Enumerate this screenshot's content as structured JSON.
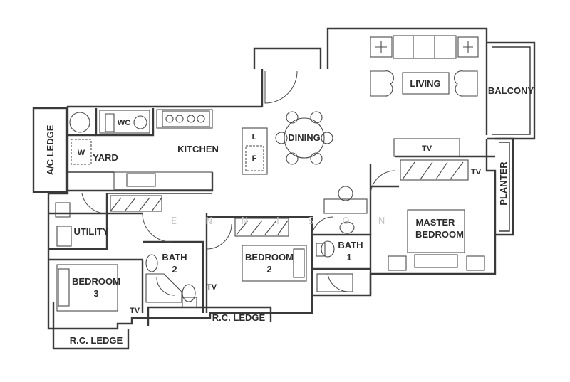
{
  "rooms": {
    "living": "LIVING",
    "balcony": "BALCONY",
    "dining": "DINING",
    "kitchen": "KITCHEN",
    "yard": "YARD",
    "ac_ledge": "A/C LEDGE",
    "wc": "WC",
    "utility": "UTILITY",
    "bedroom3_a": "BEDROOM",
    "bedroom3_b": "3",
    "bath2_a": "BATH",
    "bath2_b": "2",
    "bedroom2_a": "BEDROOM",
    "bedroom2_b": "2",
    "bath1_a": "BATH",
    "bath1_b": "1",
    "master_a": "MASTER",
    "master_b": "BEDROOM",
    "planter": "PLANTER",
    "rc_ledge_1": "R.C. LEDGE",
    "rc_ledge_2": "R.C. LEDGE"
  },
  "fixtures": {
    "tv": "TV",
    "fridge": "F",
    "cooker": "L",
    "wm": "W"
  },
  "watermark": "E N N I S   O N"
}
